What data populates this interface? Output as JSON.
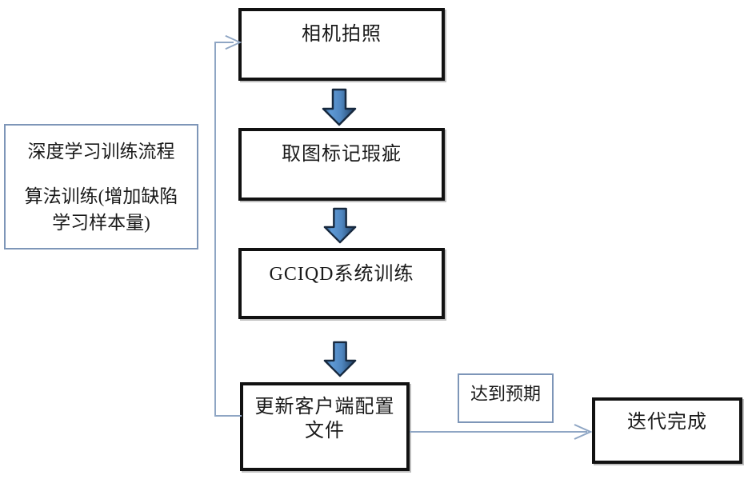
{
  "diagram": {
    "type": "flowchart",
    "title_note": {
      "line1": "深度学习训练流程",
      "line2": "算法训练(增加缺陷\n学习样本量)"
    },
    "nodes": [
      {
        "id": "capture",
        "label": "相机拍照",
        "shape": "process",
        "border": "#111111"
      },
      {
        "id": "annotate",
        "label": "取图标记瑕疵",
        "shape": "process",
        "border": "#111111"
      },
      {
        "id": "train",
        "label": "GCIQD系统训练",
        "shape": "process",
        "border": "#111111"
      },
      {
        "id": "update",
        "label": "更新客户端配置\n文件",
        "shape": "process",
        "border": "#111111"
      },
      {
        "id": "done",
        "label": "迭代完成",
        "shape": "process",
        "border": "#111111"
      }
    ],
    "edge_labels": [
      {
        "id": "expected",
        "label": "达到预期",
        "border": "#7e96b8"
      }
    ],
    "arrows": [
      {
        "id": "capture-to-annotate",
        "style": "block-down",
        "color": "#3f7cc0"
      },
      {
        "id": "annotate-to-train",
        "style": "block-down",
        "color": "#3f7cc0"
      },
      {
        "id": "train-to-update",
        "style": "block-down",
        "color": "#3f7cc0"
      },
      {
        "id": "update-to-done",
        "style": "line-right",
        "color": "#8fa6c4"
      },
      {
        "id": "update-feedback-to-capture",
        "style": "line-elbow-up",
        "color": "#8fa6c4"
      }
    ],
    "colors": {
      "box_border": "#111111",
      "note_border": "#7e96b8",
      "arrow_blue": "#3f7cc0",
      "arrow_dark": "#1f3c5e",
      "connector": "#8fa6c4",
      "background": "#ffffff",
      "text": "#1a1a1a"
    }
  }
}
